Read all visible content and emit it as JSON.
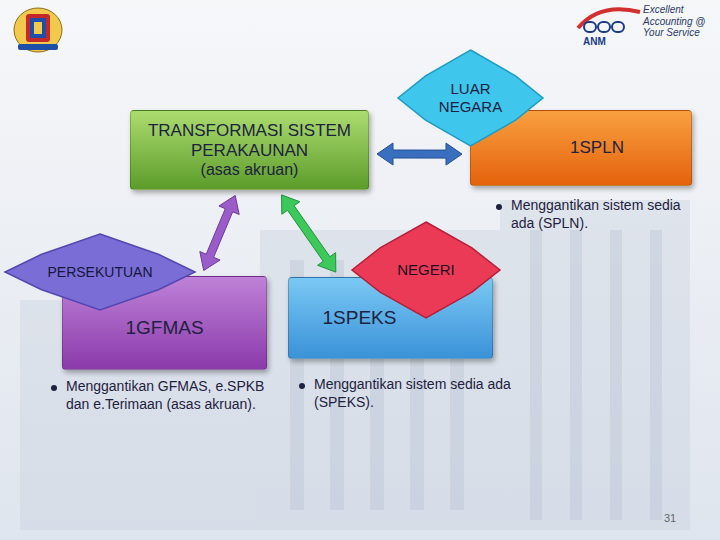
{
  "diagram": {
    "nodes": [
      {
        "text": [
          "TRANSFORMASI SISTEM PERAKAUNAN",
          "(asas akruan)"
        ]
      },
      {
        "text": [
          "LUAR NEGARA"
        ]
      },
      {
        "text": [
          "1SPLN"
        ]
      },
      {
        "text": [
          "PERSEKUTUAN"
        ]
      },
      {
        "text": [
          "1GFMAS"
        ]
      },
      {
        "text": [
          "NEGERI"
        ]
      },
      {
        "text": [
          "1SPEKS"
        ]
      }
    ],
    "edges": [
      {
        "from": 0,
        "to": 2,
        "arrow": "both"
      },
      {
        "from": 0,
        "to": 4,
        "arrow": "both"
      },
      {
        "from": 0,
        "to": 6,
        "arrow": "both"
      }
    ],
    "labels": [
      "Excellent Accounting @ Your Service",
      "ANM",
      "Menggantikan sistem sedia ada (SPLN).",
      "Menggantikan GFMAS, e.SPKB dan e.Terimaan (asas akruan).",
      "Menggantikan sistem sedia ada (SPEKS).",
      "31"
    ]
  }
}
